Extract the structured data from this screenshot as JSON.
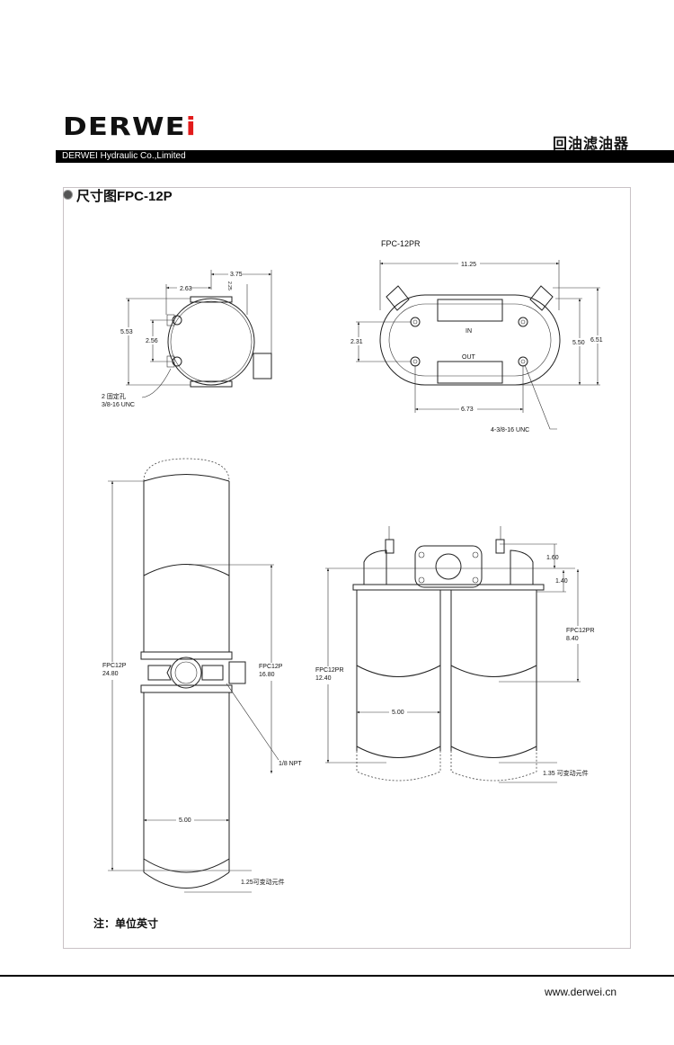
{
  "header": {
    "logo": "DERWEi",
    "company": "DERWEI Hydraulic Co.,Limited",
    "title": "回油滤油器"
  },
  "section": {
    "title": "尺寸图FPC-12P"
  },
  "top_left_view": {
    "d_375": "3.75",
    "d_263": "2.63",
    "d_225": "2.25",
    "d_553": "5.53",
    "d_256": "2.56",
    "hole_note_1": "2 固定孔",
    "hole_note_2": "3/8-16 UNC"
  },
  "top_right_view": {
    "title": "FPC-12PR",
    "d_1125": "11.25",
    "d_231": "2.31",
    "d_550": "5.50",
    "d_651": "6.51",
    "d_673": "6.73",
    "in": "IN",
    "out": "OUT",
    "hole_note": "4-3/8-16 UNC"
  },
  "side_left_view": {
    "total_model": "FPC12P",
    "total": "24.80",
    "upper_model": "FPC12P",
    "upper": "16.80",
    "port": "1/8 NPT",
    "width": "5.00",
    "variable": "1.25可变动元件"
  },
  "side_right_view": {
    "total_model": "FPC12PR",
    "total": "12.40",
    "lower_model": "FPC12PR",
    "lower": "8.40",
    "d_160": "1.60",
    "d_140": "1.40",
    "width": "5.00",
    "variable": "1.35 可变动元件"
  },
  "note": "注：单位英寸",
  "footer": {
    "url": "www.derwei.cn"
  }
}
